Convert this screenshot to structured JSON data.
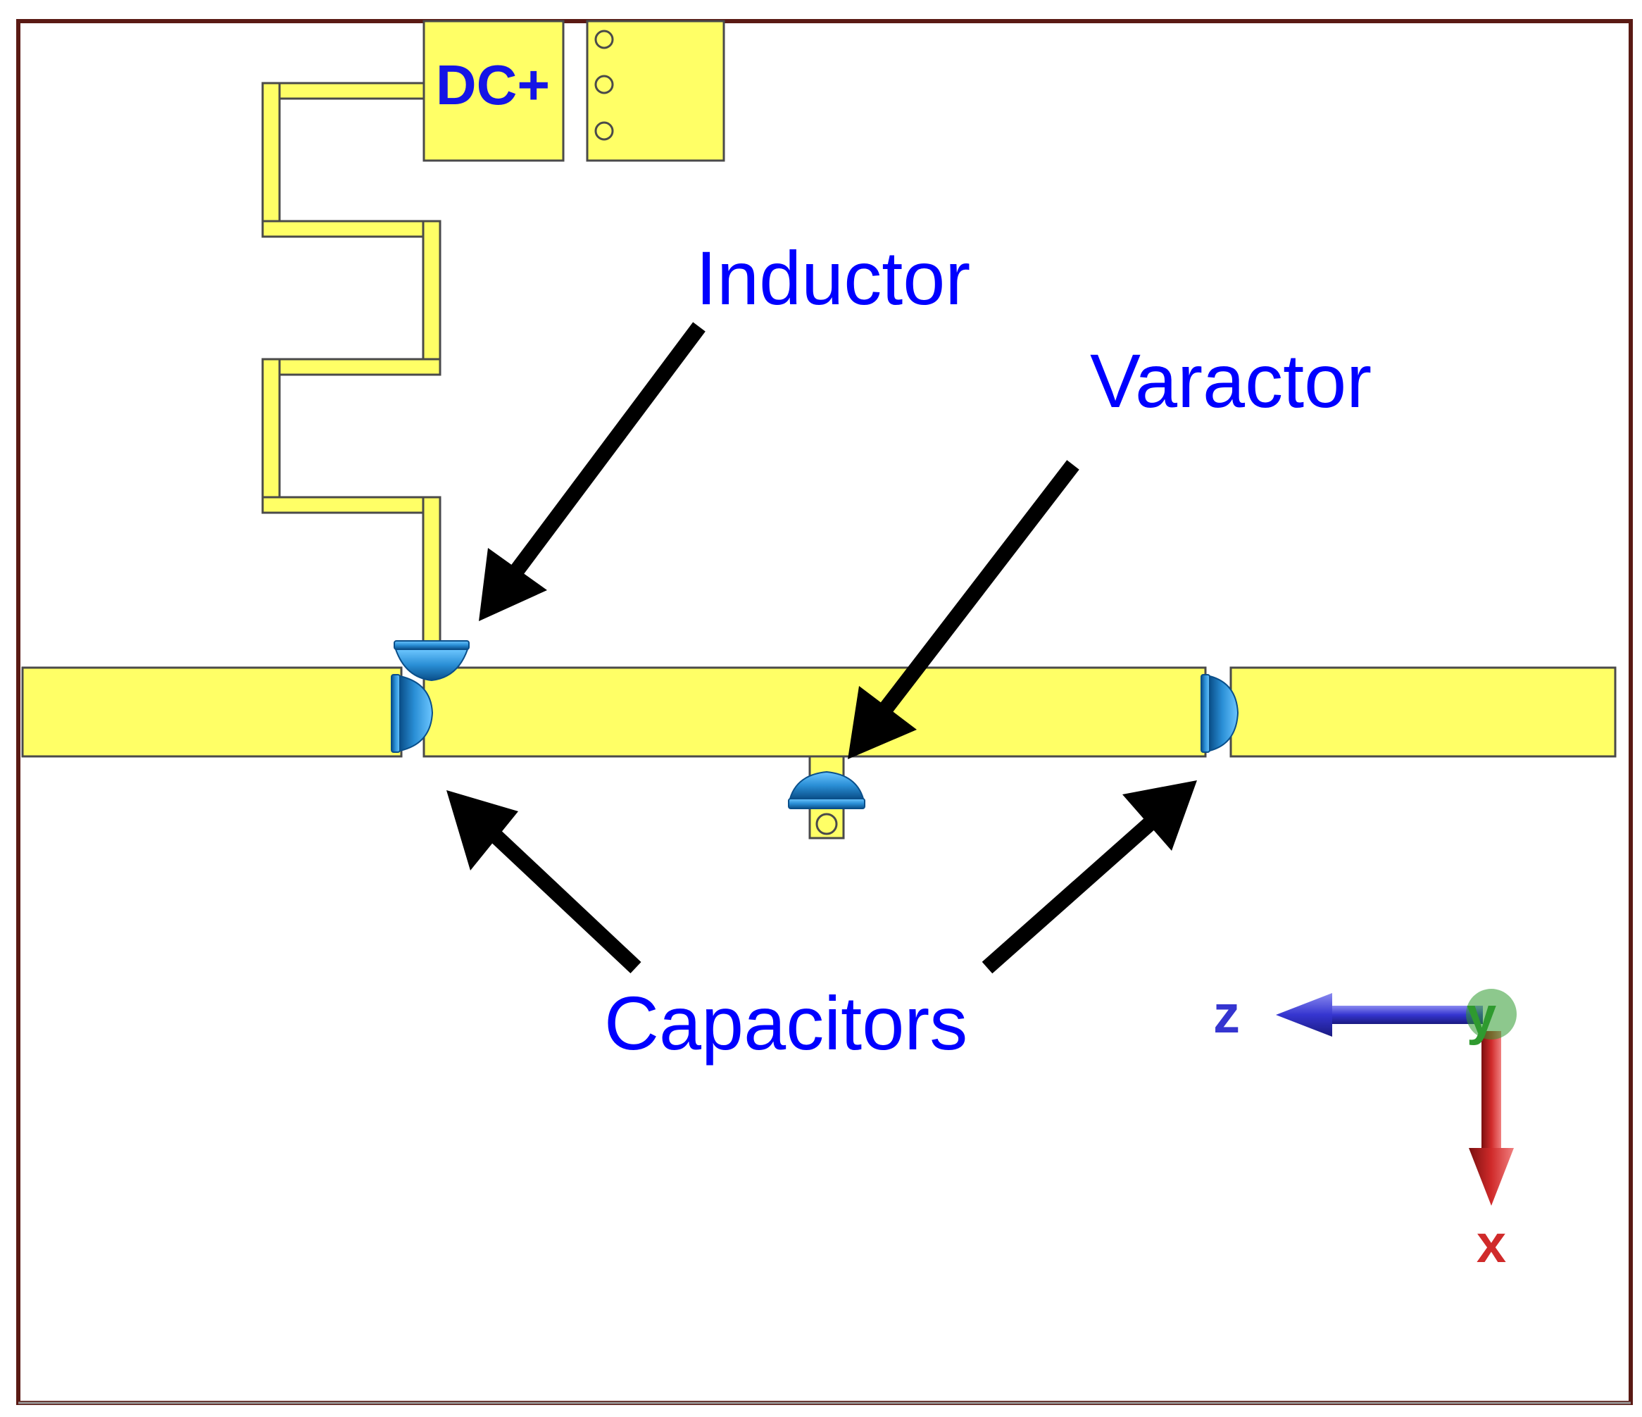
{
  "labels": {
    "dc_plus": "DC+",
    "inductor": "Inductor",
    "varactor": "Varactor",
    "capacitors": "Capacitors"
  },
  "axes": {
    "z": "z",
    "y": "y",
    "x": "x"
  },
  "colors": {
    "frame": "#5a1a14",
    "copper": "#ffff66",
    "copper_outline": "#4a4a4a",
    "component_blue": "#2a8fd6",
    "component_dark": "#0a4f8a",
    "label_blue": "#0000ff",
    "dc_label": "#1414e6",
    "arrow": "#000000",
    "axis_z": "#3535d0",
    "axis_y": "#2f9a2f",
    "axis_x": "#d02a2a"
  },
  "icons": {
    "lumped_element": "half-dome-component-icon",
    "via": "via-hole-icon",
    "pointer": "arrow-icon"
  }
}
